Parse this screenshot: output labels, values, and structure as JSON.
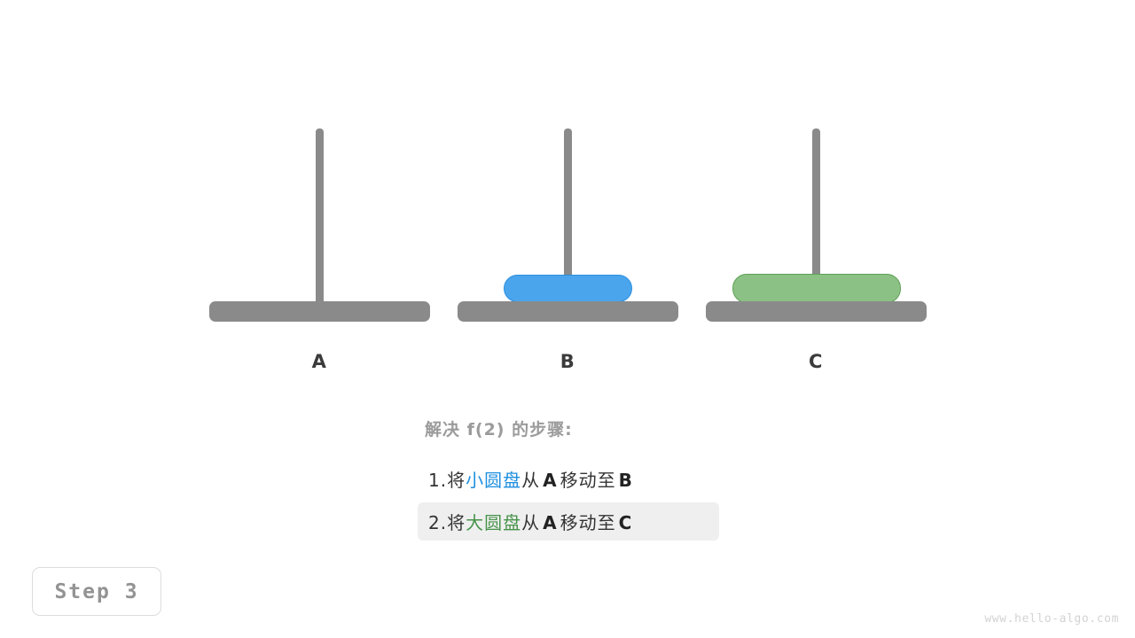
{
  "diagram": {
    "title_heading": "解决 f(2) 的步骤:",
    "pegs": [
      {
        "label": "A",
        "disks": []
      },
      {
        "label": "B",
        "disks": [
          "small"
        ]
      },
      {
        "label": "C",
        "disks": [
          "large"
        ]
      }
    ],
    "disks": {
      "small": {
        "name": "小圆盘",
        "color": "#4ba5ec",
        "border_color": "#2b8fe0"
      },
      "large": {
        "name": "大圆盘",
        "color": "#8cc185",
        "border_color": "#5fa057"
      }
    },
    "peg_color": "#8a8a8a",
    "label_color": "#3b3b3b"
  },
  "steps": [
    {
      "index": "1.",
      "prefix": "将",
      "disk_word": "小圆盘",
      "disk_kind": "small",
      "middle": "从",
      "from": "A",
      "verb": "移动至",
      "to": "B",
      "highlighted": false
    },
    {
      "index": "2.",
      "prefix": "将",
      "disk_word": "大圆盘",
      "disk_kind": "large",
      "middle": "从",
      "from": "A",
      "verb": "移动至",
      "to": "C",
      "highlighted": true
    }
  ],
  "badge": {
    "label": "Step 3",
    "text_color": "#939393",
    "border_color": "#dcdcdc"
  },
  "watermark": {
    "text": "www.hello-algo.com",
    "color": "#d3d3d3"
  },
  "highlight_background": "#efefef"
}
